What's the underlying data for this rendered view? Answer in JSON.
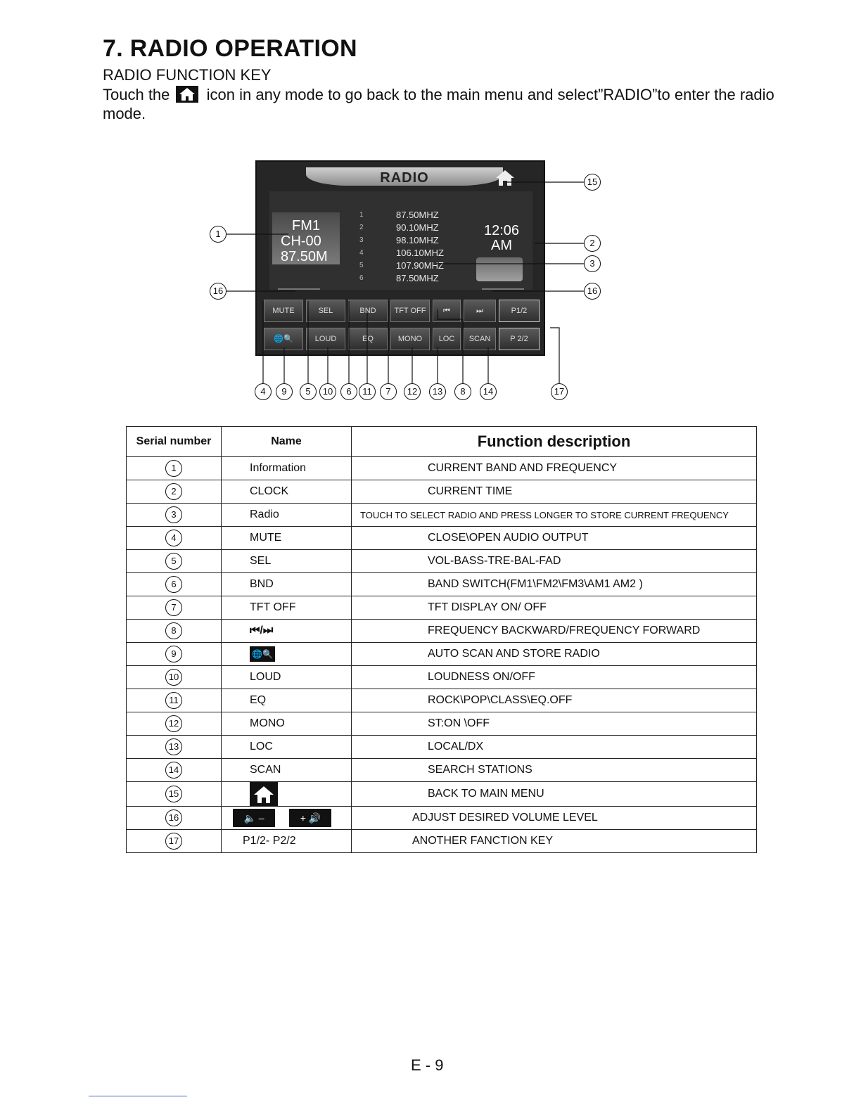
{
  "heading": "7. RADIO OPERATION",
  "subheading": "RADIO  FUNCTION KEY",
  "intro": {
    "before_icon": "Touch the",
    "after_icon": "icon in any mode to go back to the main menu and select”RADIO”to enter the radio mode."
  },
  "screen": {
    "title": "RADIO",
    "band": "FM1",
    "channel": "CH-00",
    "frequency": "87.50M",
    "presets": [
      {
        "num": "1",
        "freq": "87.50MHZ"
      },
      {
        "num": "2",
        "freq": "90.10MHZ"
      },
      {
        "num": "3",
        "freq": "98.10MHZ"
      },
      {
        "num": "4",
        "freq": "106.10MHZ"
      },
      {
        "num": "5",
        "freq": "107.90MHZ"
      },
      {
        "num": "6",
        "freq": "87.50MHZ"
      }
    ],
    "clock_time": "12:06",
    "clock_ampm": "AM",
    "buttons_row1": [
      "MUTE",
      "SEL",
      "BND",
      "TFT OFF",
      "⏮",
      "⏭",
      "P1/2"
    ],
    "buttons_row2": [
      "",
      "LOUD",
      "EQ",
      "MONO",
      "LOC",
      "SCAN",
      "P 2/2"
    ]
  },
  "callouts": {
    "c1": "1",
    "c2": "2",
    "c3": "3",
    "c15": "15",
    "c16a": "16",
    "c16b": "16",
    "bottom": [
      "4",
      "9",
      "5",
      "10",
      "6",
      "11",
      "7",
      "12",
      "13",
      "8",
      "14"
    ],
    "c17": "17"
  },
  "table": {
    "headers": {
      "serial": "Serial number",
      "name": "Name",
      "func": "Function description"
    },
    "rows": [
      {
        "num": "1",
        "name": "Information",
        "func": "CURRENT BAND AND FREQUENCY"
      },
      {
        "num": "2",
        "name": "CLOCK",
        "func": "CURRENT TIME"
      },
      {
        "num": "3",
        "name": "Radio",
        "func": "TOUCH TO SELECT RADIO AND PRESS LONGER TO STORE CURRENT FREQUENCY"
      },
      {
        "num": "4",
        "name": "MUTE",
        "func": "CLOSE\\OPEN AUDIO OUTPUT"
      },
      {
        "num": "5",
        "name": "SEL",
        "func": "VOL-BASS-TRE-BAL-FAD"
      },
      {
        "num": "6",
        "name": "BND",
        "func": "BAND SWITCH(FM1\\FM2\\FM3\\AM1 AM2 )"
      },
      {
        "num": "7",
        "name": "TFT OFF",
        "func": "TFT DISPLAY ON/ OFF"
      },
      {
        "num": "8",
        "name": "⏮/⏭",
        "func": "FREQUENCY BACKWARD/FREQUENCY FORWARD"
      },
      {
        "num": "9",
        "name": "",
        "func": "AUTO SCAN AND STORE RADIO"
      },
      {
        "num": "10",
        "name": "LOUD",
        "func": "LOUDNESS ON/OFF"
      },
      {
        "num": "11",
        "name": "EQ",
        "func": "ROCK\\POP\\CLASS\\EQ.OFF"
      },
      {
        "num": "12",
        "name": "MONO",
        "func": "ST:ON \\OFF"
      },
      {
        "num": "13",
        "name": "LOC",
        "func": "LOCAL/DX"
      },
      {
        "num": "14",
        "name": "SCAN",
        "func": "SEARCH STATIONS"
      },
      {
        "num": "15",
        "name": "",
        "func": "BACK TO MAIN MENU"
      },
      {
        "num": "16",
        "name": "",
        "func": "ADJUST DESIRED VOLUME LEVEL"
      },
      {
        "num": "17",
        "name": "P1/2- P2/2",
        "func": "ANOTHER FANCTION KEY"
      }
    ]
  },
  "page_number": "E - 9"
}
